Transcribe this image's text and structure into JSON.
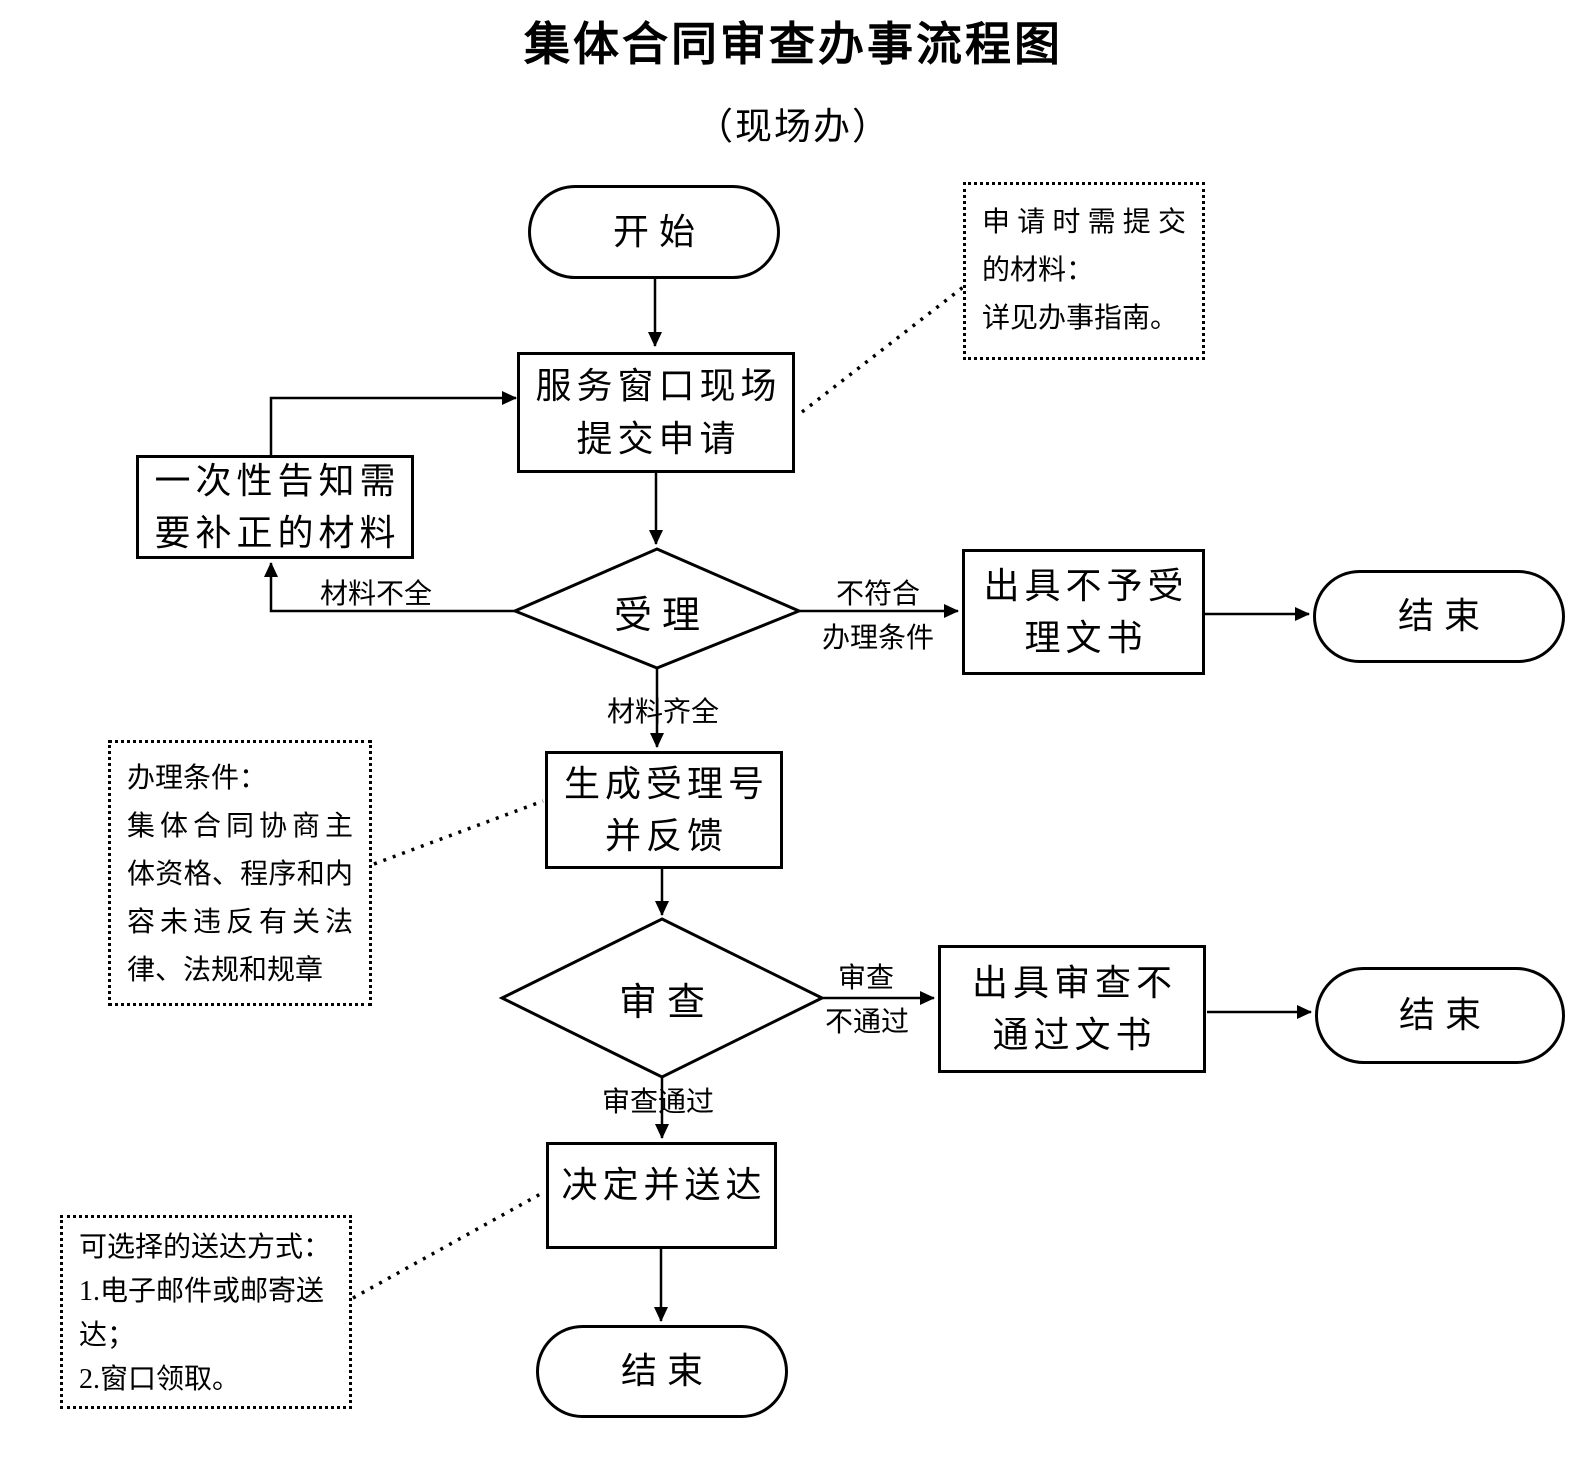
{
  "title": "集体合同审查办事流程图",
  "subtitle": "（现场办）",
  "nodes": {
    "start": "开始",
    "apply": "服务窗口现场\n提交申请",
    "supplement": "一次性告知需\n要补正的材料",
    "accept": "受理",
    "reject_doc": "出具不予受\n理文书",
    "end_reject": "结束",
    "generate": "生成受理号\n并反馈",
    "review": "审查",
    "review_fail_doc": "出具审查不\n通过文书",
    "end_review": "结束",
    "decide": "决定并送达",
    "end_final": "结束"
  },
  "edge_labels": {
    "materials_incomplete": "材料不全",
    "not_meet_line1": "不符合",
    "not_meet_line2": "办理条件",
    "materials_complete": "材料齐全",
    "review_fail_line1": "审查",
    "review_fail_line2": "不通过",
    "review_pass": "审查通过"
  },
  "notes": {
    "materials": {
      "lines": [
        "申请时需提交",
        "的材料：",
        "详见办事指南。"
      ]
    },
    "conditions": {
      "lines": [
        "办理条件：",
        "集体合同协商主",
        "体资格、程序和内",
        "容未违反有关法",
        "律、法规和规章"
      ]
    },
    "delivery": {
      "lines": [
        "可选择的送达方式：",
        "1.电子邮件或邮寄送",
        "达；",
        "2.窗口领取。"
      ]
    }
  },
  "colors": {
    "line": "#000000",
    "background": "#ffffff"
  }
}
